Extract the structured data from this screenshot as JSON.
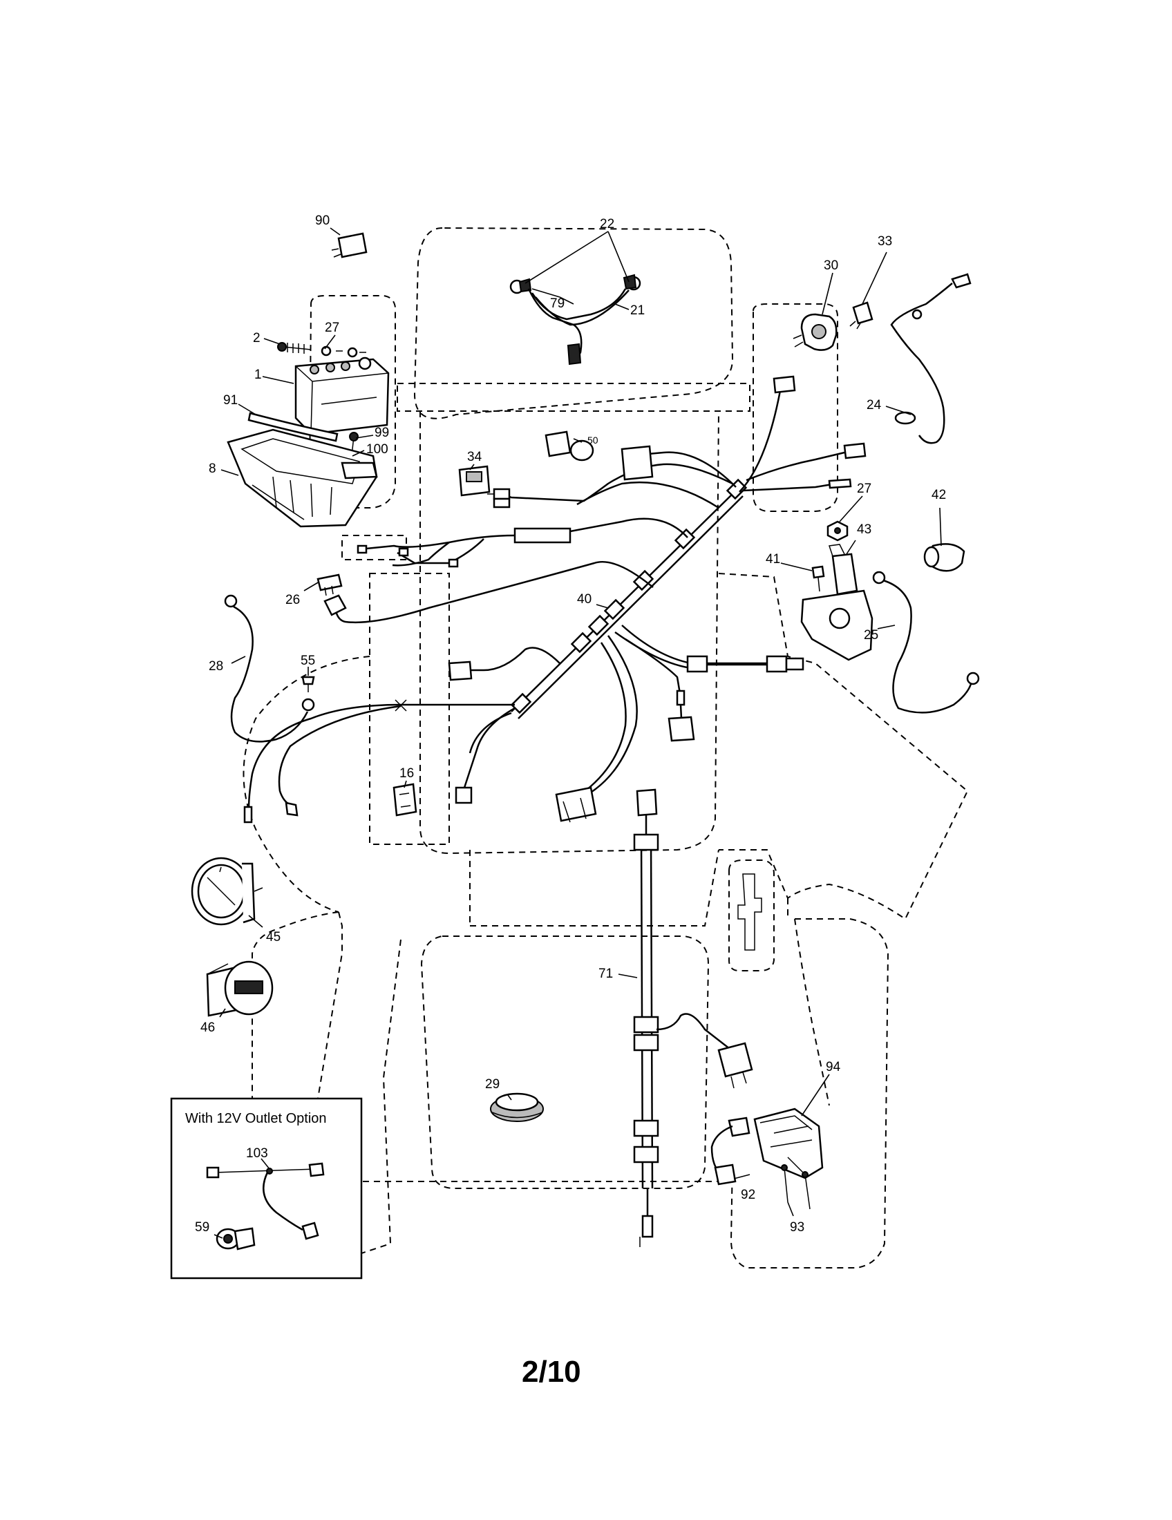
{
  "diagram": {
    "page_number": "2/10",
    "inset_title": "With 12V Outlet Option",
    "callouts": {
      "c90": "90",
      "c27a": "27",
      "c2": "2",
      "c1": "1",
      "c91": "91",
      "c99": "99",
      "c100": "100",
      "c8": "8",
      "c22": "22",
      "c79": "79",
      "c21": "21",
      "c30": "30",
      "c33": "33",
      "c24": "24",
      "c34": "34",
      "c50": "50",
      "c27b": "27",
      "c42": "42",
      "c43": "43",
      "c41": "41",
      "c25": "25",
      "c26": "26",
      "c40": "40",
      "c28": "28",
      "c55": "55",
      "c16": "16",
      "c45": "45",
      "c46": "46",
      "c71": "71",
      "c29": "29",
      "c94": "94",
      "c92": "92",
      "c93": "93",
      "c103": "103",
      "c59": "59"
    }
  }
}
